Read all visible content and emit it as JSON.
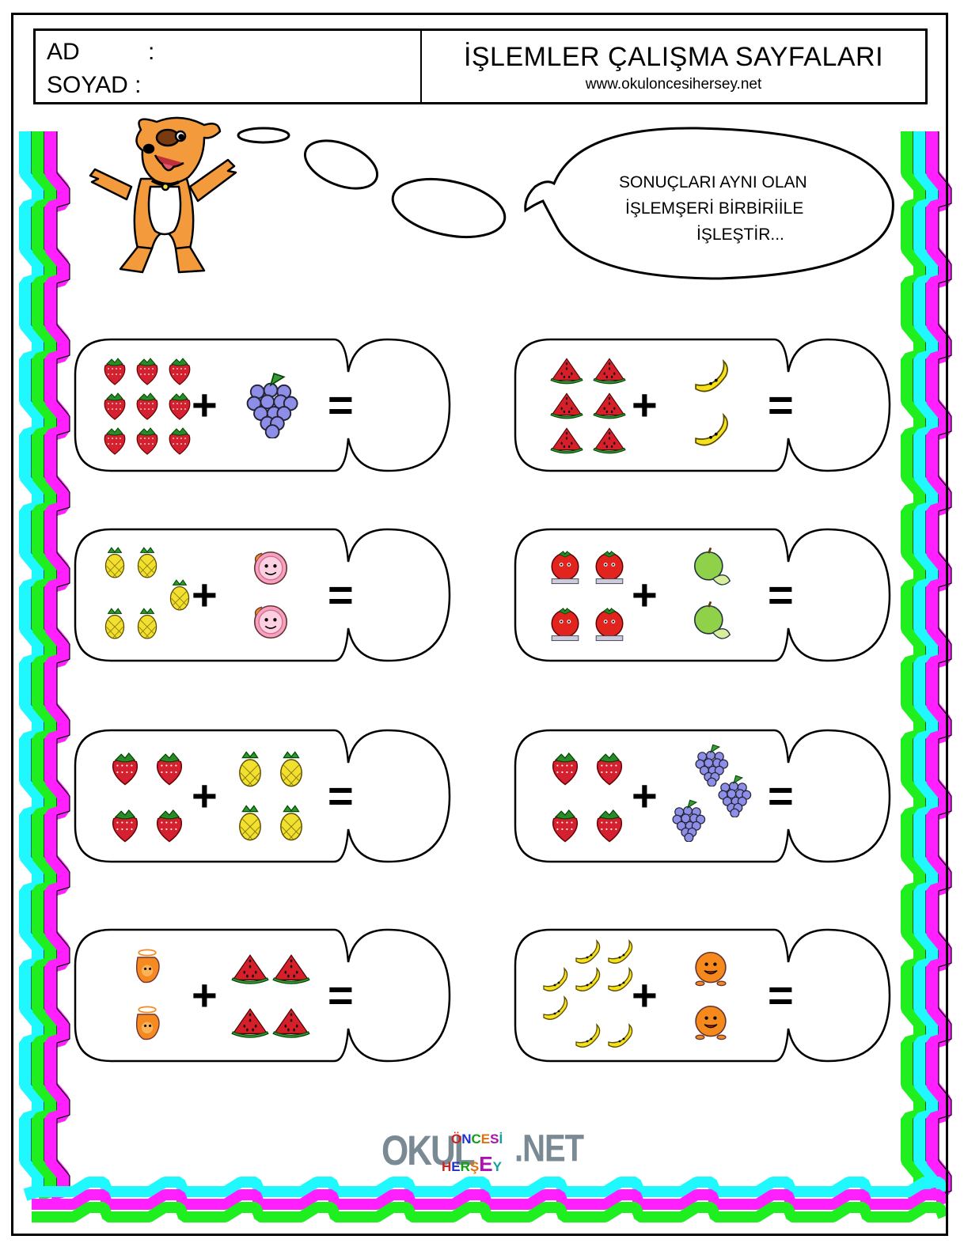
{
  "header": {
    "name_label": "AD",
    "surname_label": "SOYAD :",
    "colon": ":",
    "title": "İŞLEMLER ÇALIŞMA SAYFALARI",
    "url": "www.okuloncesihersey.net"
  },
  "instruction": {
    "line1": "SONUÇLARI AYNI OLAN",
    "line2": "İŞLEMŞERİ BİRBİRİİLE",
    "line3": "İŞLEŞTİR..."
  },
  "operators": {
    "plus": "+",
    "equals": "="
  },
  "cards": [
    {
      "left": {
        "fruit": "strawberry-icon",
        "count": 9
      },
      "right": {
        "fruit": "grape-icon",
        "count": 1
      }
    },
    {
      "left": {
        "fruit": "watermelon-icon",
        "count": 6
      },
      "right": {
        "fruit": "banana-icon",
        "count": 2
      }
    },
    {
      "left": {
        "fruit": "pineapple-icon",
        "count": 5
      },
      "right": {
        "fruit": "grapefruit-icon",
        "count": 2
      }
    },
    {
      "left": {
        "fruit": "tomato-icon",
        "count": 4
      },
      "right": {
        "fruit": "apple-icon",
        "count": 2
      }
    },
    {
      "left": {
        "fruit": "strawberry-icon",
        "count": 4
      },
      "right": {
        "fruit": "pineapple-icon",
        "count": 4
      }
    },
    {
      "left": {
        "fruit": "strawberry-icon",
        "count": 4
      },
      "right": {
        "fruit": "grape-icon",
        "count": 3
      }
    },
    {
      "left": {
        "fruit": "orange-juice-icon",
        "count": 2
      },
      "right": {
        "fruit": "watermelon-icon",
        "count": 4
      }
    },
    {
      "left": {
        "fruit": "banana-icon",
        "count": 8
      },
      "right": {
        "fruit": "orange-icon",
        "count": 2
      }
    }
  ],
  "logo": {
    "okul": "OKUL",
    "oncesi": "ÖNCESİ",
    "hersey": "HERŞEY",
    "net": ".NET"
  },
  "colors": {
    "magenta": "#ff1fff",
    "cyan": "#1ff8ff",
    "green": "#1fee1f",
    "watermelon_red": "#d71f2a",
    "watermelon_green": "#3a9a3a"
  }
}
